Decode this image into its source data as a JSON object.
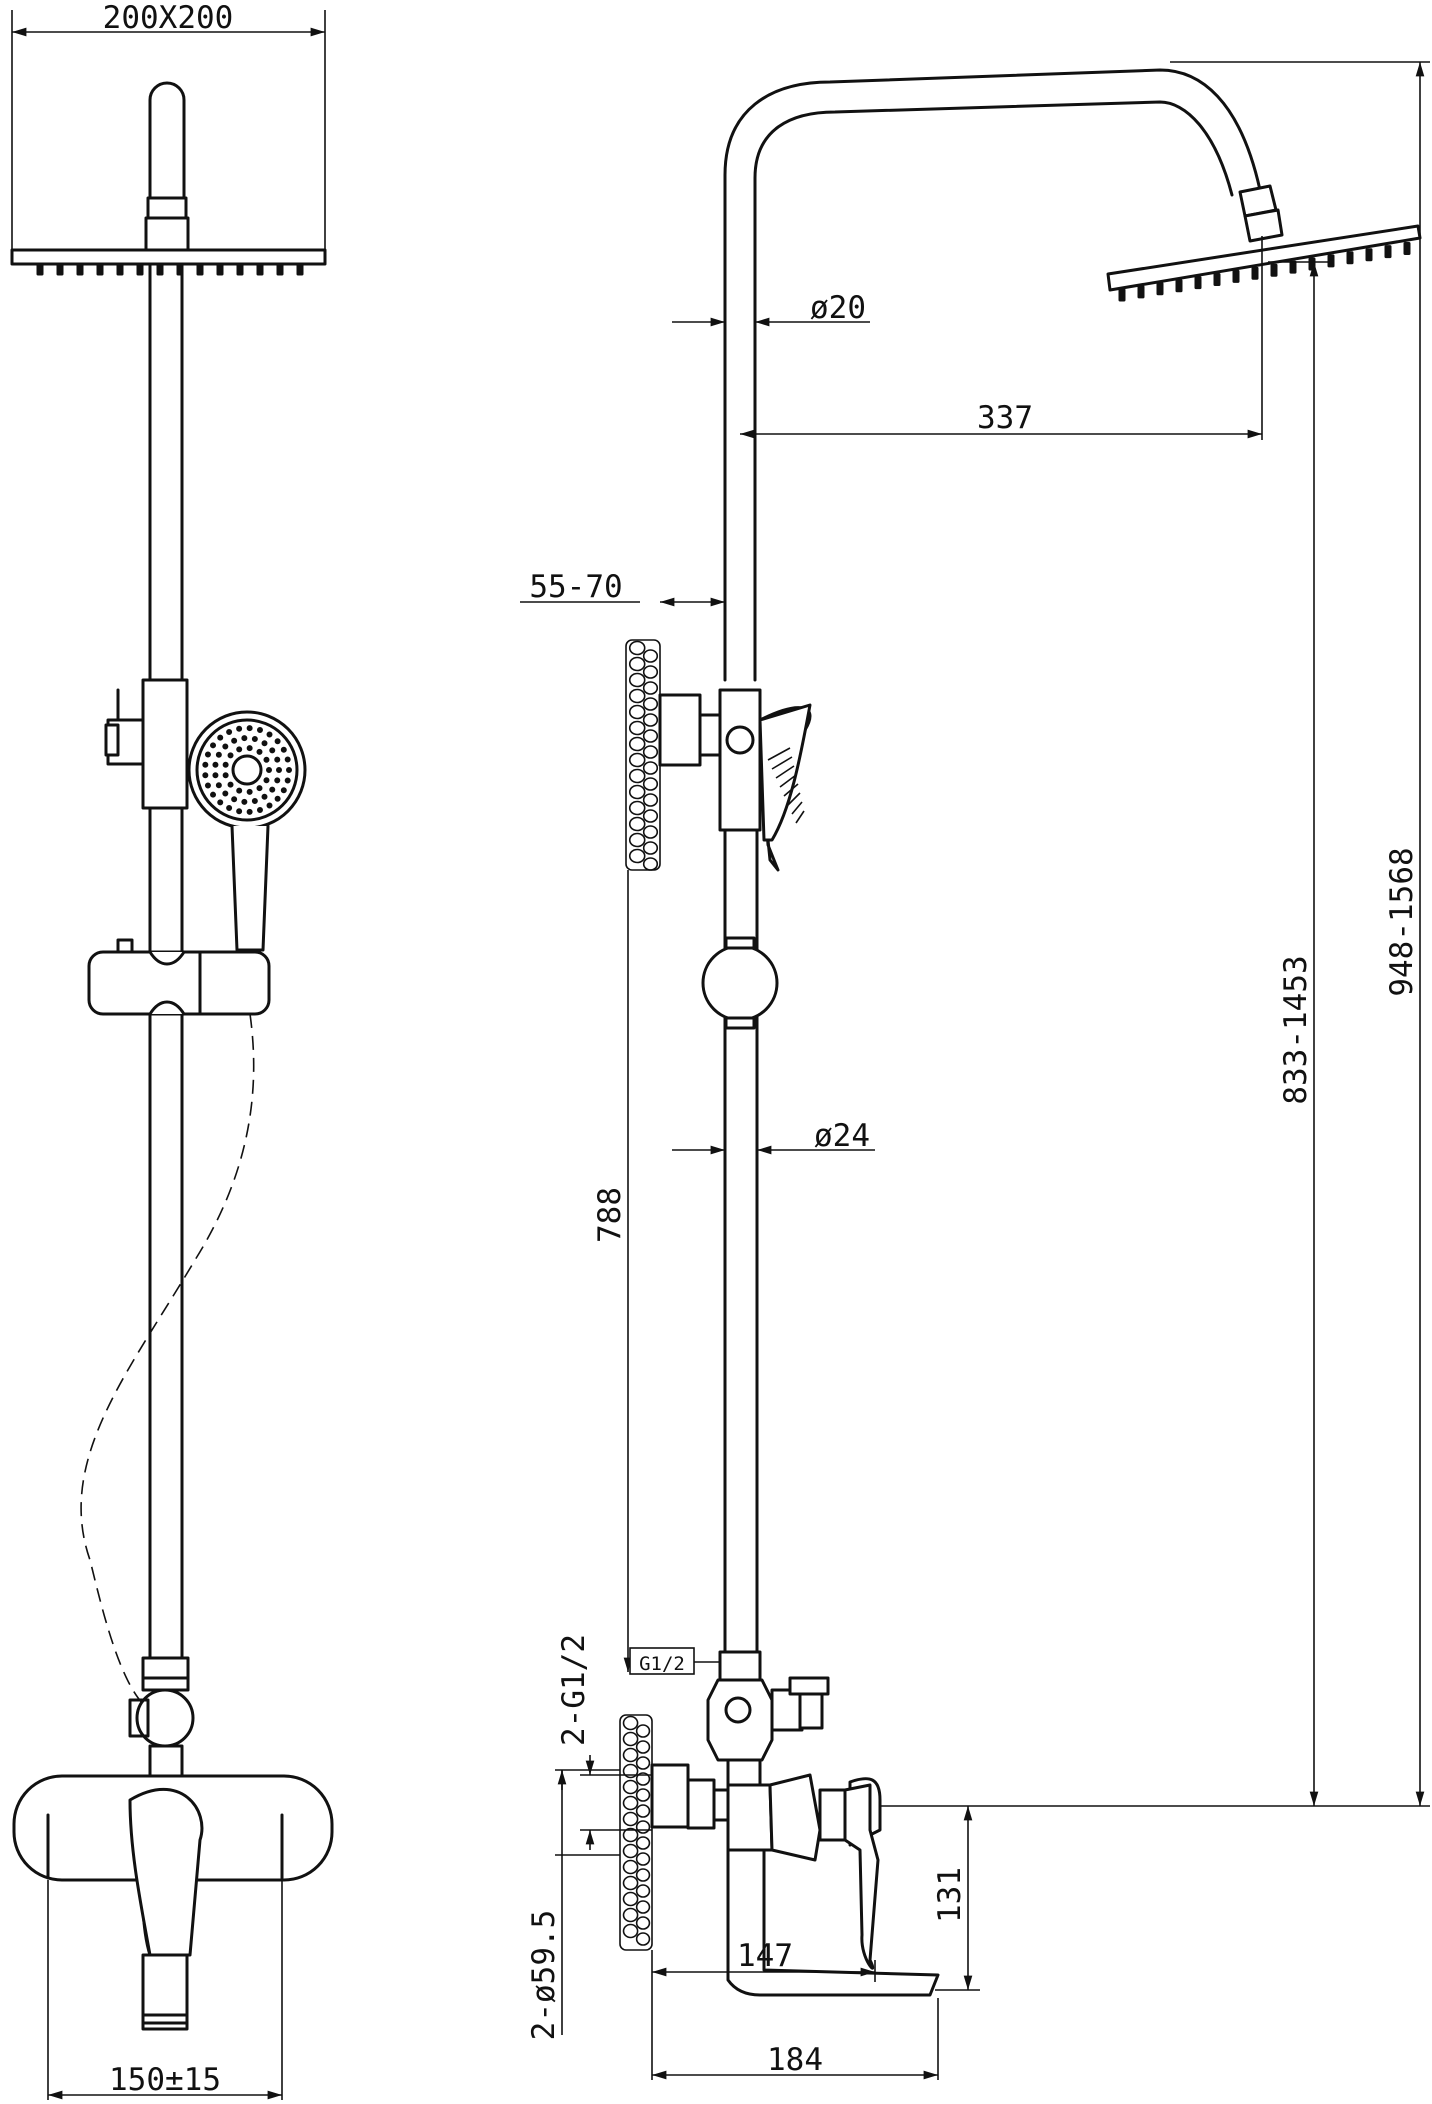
{
  "dimensions": {
    "showerhead_size": "200X200",
    "base_spacing": "150±15",
    "upper_pipe_diameter": "ø20",
    "arm_reach": "337",
    "wall_clearance": "55-70",
    "lower_pipe_diameter": "ø24",
    "bracket_spacing": "788",
    "mixer_height_range": "833-1453",
    "overall_height_range": "948-1568",
    "inlet_thread": "G1/2",
    "dual_inlet_thread": "2-G1/2",
    "escutcheon_diameter": "2-ø59.5",
    "mixer_to_spout_height": "131",
    "spout_projection_inner": "147",
    "spout_projection_outer": "184"
  }
}
